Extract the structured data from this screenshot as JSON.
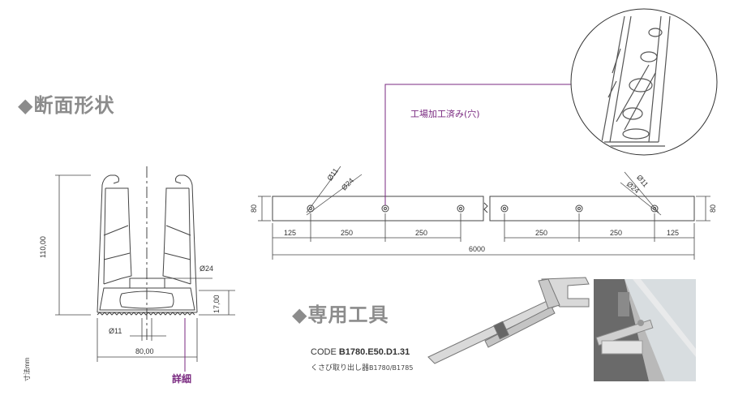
{
  "headings": {
    "section": "◆断面形状",
    "tool": "◆専用工具"
  },
  "section_dims": {
    "height": "110,00",
    "bottom": "17,00",
    "width": "80,00",
    "hole_small": "Ø11",
    "hole_large": "Ø24",
    "unit": "寸法mm",
    "detail": "詳細"
  },
  "plan": {
    "note": "工場加工済み(穴)",
    "left_d11": "Ø11",
    "left_d24": "Ø24",
    "right_d11": "Ø11",
    "right_d24": "Ø24",
    "height_left": "80",
    "height_right": "80",
    "dims_left": [
      "125",
      "250",
      "250"
    ],
    "dims_right": [
      "250",
      "250",
      "125"
    ],
    "total": "6000"
  },
  "tool": {
    "code_prefix": "CODE ",
    "code": "B1780.E50.D1.31",
    "desc": "くさび取り出し器",
    "desc_models": "B1780/B1785"
  },
  "colors": {
    "purple": "#7a2a80",
    "heading": "#8c8c8c",
    "line": "#333333"
  }
}
